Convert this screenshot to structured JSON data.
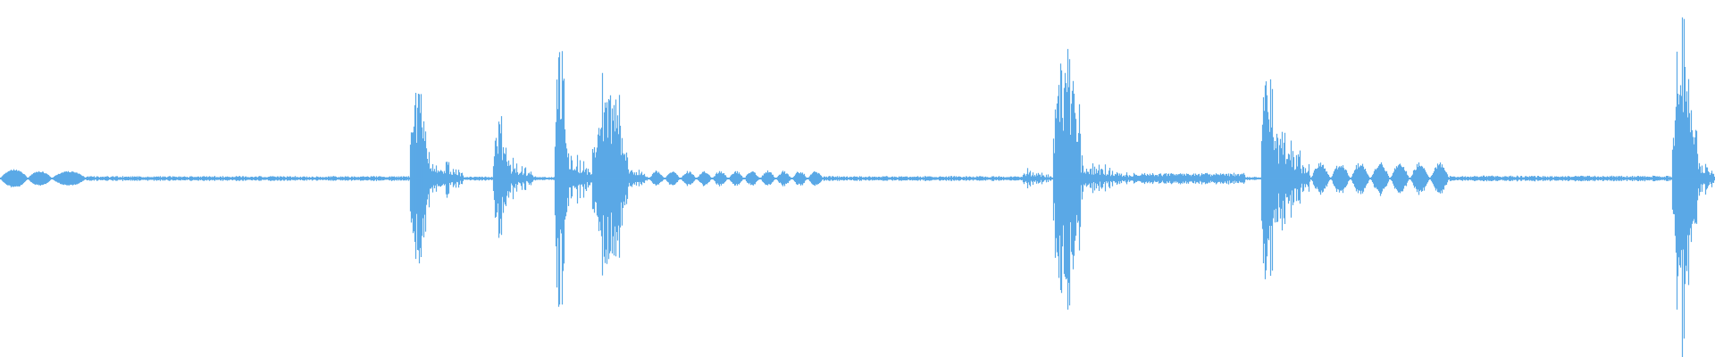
{
  "waveform": {
    "color": "#5aa9e6",
    "background": "#ffffff",
    "line_style": "mirrored-vertical-strokes",
    "segments": [
      {
        "name": "lead-in-pulse",
        "kind": "pulse",
        "from": 0.0,
        "to": 0.016,
        "level": 0.05
      },
      {
        "name": "pulse-2",
        "kind": "pulse",
        "from": 0.016,
        "to": 0.03,
        "level": 0.04
      },
      {
        "name": "pulse-3",
        "kind": "pulse",
        "from": 0.03,
        "to": 0.05,
        "level": 0.04
      },
      {
        "name": "quiet-1",
        "kind": "noise",
        "from": 0.05,
        "to": 0.239,
        "level": 0.014
      },
      {
        "name": "burst-1",
        "kind": "burst",
        "from": 0.239,
        "to": 0.25,
        "level": 0.58
      },
      {
        "name": "burst-1-tail",
        "kind": "decay",
        "from": 0.25,
        "to": 0.27,
        "level": 0.22
      },
      {
        "name": "quiet-2",
        "kind": "noise",
        "from": 0.27,
        "to": 0.287,
        "level": 0.012
      },
      {
        "name": "burst-2",
        "kind": "burst",
        "from": 0.287,
        "to": 0.296,
        "level": 0.36
      },
      {
        "name": "burst-2-tail",
        "kind": "decay",
        "from": 0.296,
        "to": 0.313,
        "level": 0.15
      },
      {
        "name": "quiet-3",
        "kind": "noise",
        "from": 0.313,
        "to": 0.323,
        "level": 0.01
      },
      {
        "name": "burst-3",
        "kind": "burst",
        "from": 0.323,
        "to": 0.33,
        "level": 0.95
      },
      {
        "name": "burst-3-tail",
        "kind": "decay",
        "from": 0.33,
        "to": 0.345,
        "level": 0.28
      },
      {
        "name": "burst-4",
        "kind": "burst",
        "from": 0.345,
        "to": 0.366,
        "level": 0.55
      },
      {
        "name": "burst-4-tail",
        "kind": "decay",
        "from": 0.366,
        "to": 0.378,
        "level": 0.12
      },
      {
        "name": "pulse-train-1",
        "kind": "pulses",
        "from": 0.378,
        "to": 0.48,
        "level": 0.045,
        "count": 11
      },
      {
        "name": "quiet-4",
        "kind": "noise",
        "from": 0.48,
        "to": 0.596,
        "level": 0.014
      },
      {
        "name": "burst-5-lead",
        "kind": "decay",
        "from": 0.596,
        "to": 0.614,
        "level": 0.08
      },
      {
        "name": "burst-5",
        "kind": "burst",
        "from": 0.614,
        "to": 0.63,
        "level": 0.82
      },
      {
        "name": "burst-5-tail",
        "kind": "decay",
        "from": 0.63,
        "to": 0.66,
        "level": 0.14
      },
      {
        "name": "chatter-1",
        "kind": "noise",
        "from": 0.66,
        "to": 0.726,
        "level": 0.032
      },
      {
        "name": "quiet-5",
        "kind": "noise",
        "from": 0.726,
        "to": 0.735,
        "level": 0.01
      },
      {
        "name": "burst-6",
        "kind": "burst",
        "from": 0.735,
        "to": 0.745,
        "level": 0.68
      },
      {
        "name": "burst-6-tail",
        "kind": "decay",
        "from": 0.745,
        "to": 0.764,
        "level": 0.4
      },
      {
        "name": "pulse-train-2",
        "kind": "pulses",
        "from": 0.764,
        "to": 0.845,
        "level": 0.095,
        "count": 7
      },
      {
        "name": "quiet-6",
        "kind": "noise",
        "from": 0.845,
        "to": 0.975,
        "level": 0.016
      },
      {
        "name": "burst-7",
        "kind": "burst",
        "from": 0.975,
        "to": 0.99,
        "level": 0.72
      },
      {
        "name": "burst-7-tail",
        "kind": "decay",
        "from": 0.99,
        "to": 1.0,
        "level": 0.2
      }
    ]
  }
}
